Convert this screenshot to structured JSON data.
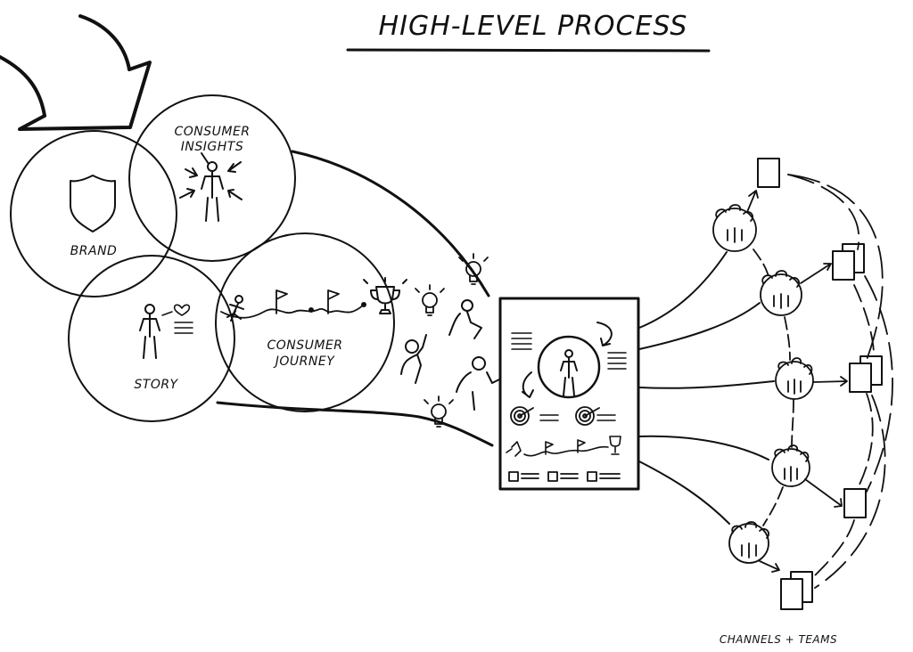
{
  "title": "HIGH-LEVEL PROCESS",
  "circles": {
    "brand": "BRAND",
    "consumer_insights_line1": "CONSUMER",
    "consumer_insights_line2": "INSIGHTS",
    "story": "STORY",
    "consumer_journey_line1": "CONSUMER",
    "consumer_journey_line2": "JOURNEY"
  },
  "footer": "CHANNELS + TEAMS",
  "icons": {
    "shield": "shield-icon",
    "person": "person-icon",
    "heart": "heart-icon",
    "flag": "flag-icon",
    "trophy": "trophy-icon",
    "lightbulb": "lightbulb-icon",
    "target": "target-icon",
    "team": "team-icon",
    "document": "document-icon"
  },
  "colors": {
    "ink": "#111111",
    "background": "#ffffff"
  }
}
